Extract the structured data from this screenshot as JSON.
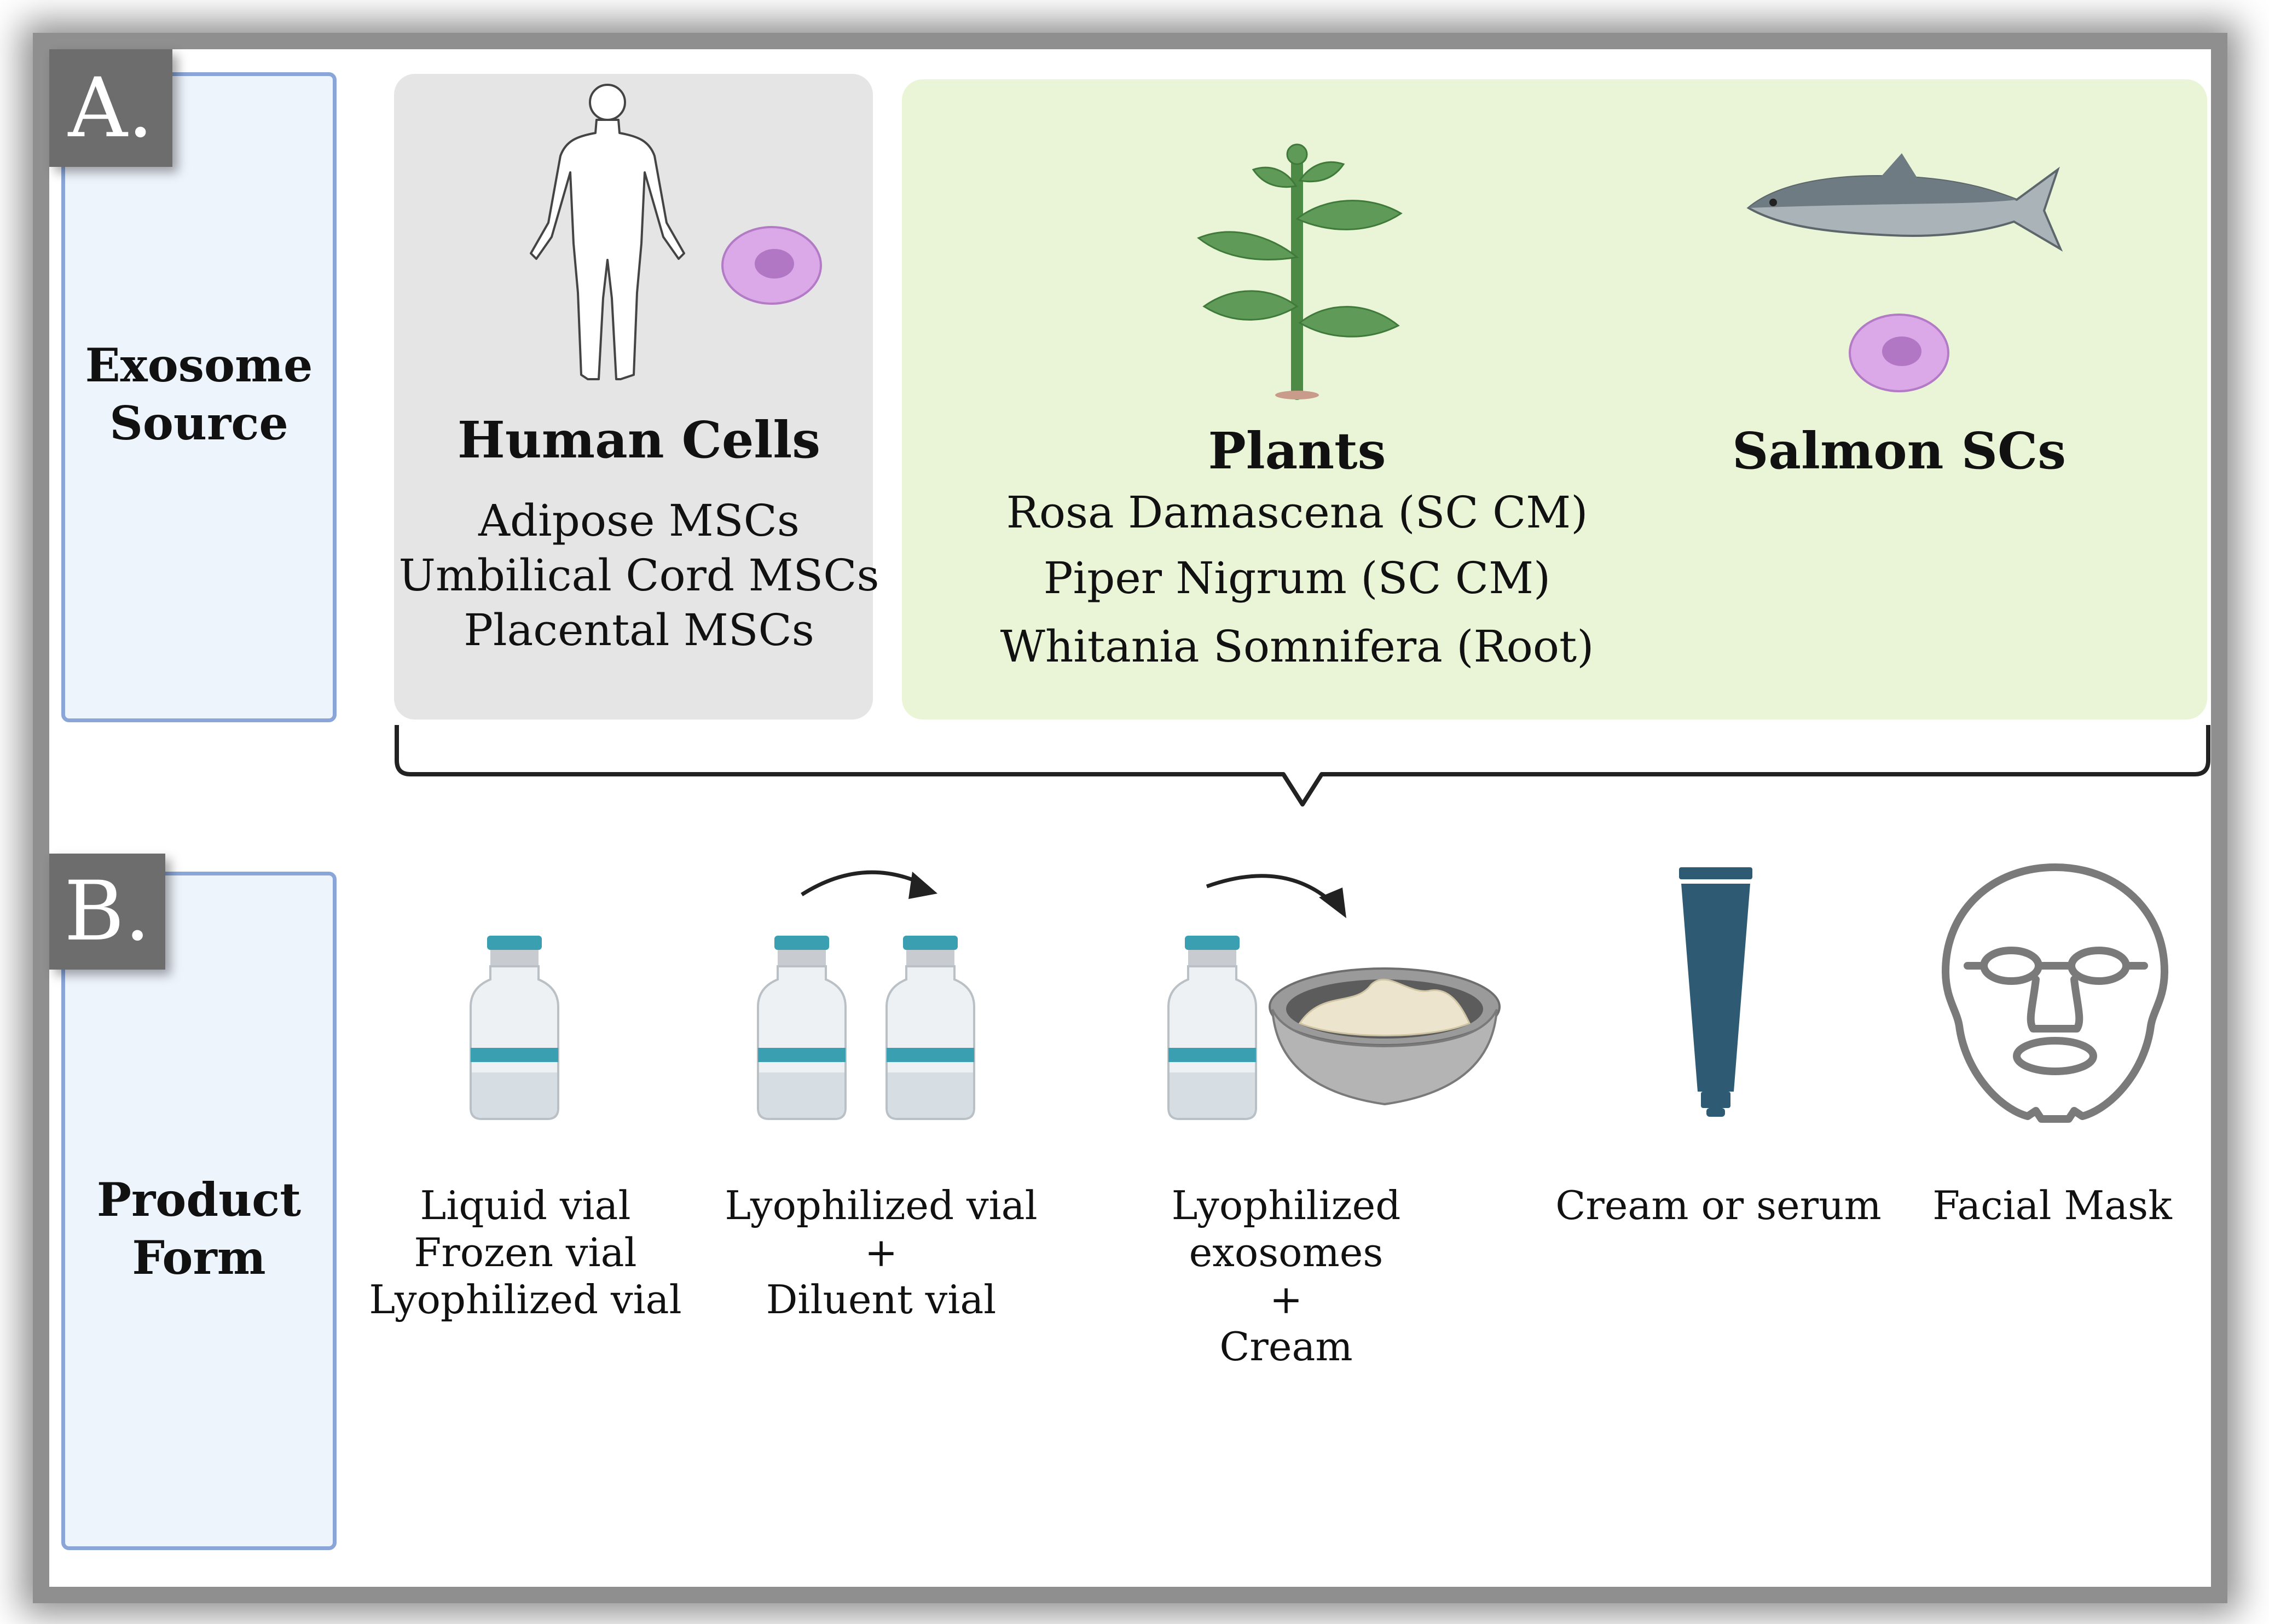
{
  "section_a": {
    "letter": "A.",
    "label_line1": "Exosome",
    "label_line2": "Source",
    "human": {
      "title": "Human Cells",
      "items": [
        "Adipose MSCs",
        "Umbilical Cord MSCs",
        "Placental MSCs"
      ]
    },
    "plants": {
      "title": "Plants",
      "items": [
        "Rosa Damascena (SC CM)",
        "Piper Nigrum (SC CM)",
        "Whitania Somnifera (Root)"
      ]
    },
    "salmon": {
      "title": "Salmon SCs"
    }
  },
  "section_b": {
    "letter": "B.",
    "label_line1": "Product",
    "label_line2": "Form",
    "products": [
      {
        "lines": [
          "Liquid vial",
          "Frozen vial",
          "Lyophilized vial"
        ]
      },
      {
        "lines": [
          "Lyophilized vial",
          "+",
          "Diluent vial"
        ]
      },
      {
        "lines": [
          "Lyophilized",
          "exosomes",
          "+",
          "Cream"
        ]
      },
      {
        "lines": [
          "Cream or serum"
        ]
      },
      {
        "lines": [
          "Facial Mask"
        ]
      }
    ]
  },
  "colors": {
    "human_panel": "#e5e5e5",
    "plants_panel": "#eaf5d8",
    "side_box_fill": "#eef4fc",
    "side_box_border": "#8aa6d8",
    "cell": "#d9a6e6",
    "vial_cap": "#3a9fb0",
    "tube": "#2f5a73",
    "mask": "#7a7a7a"
  },
  "icons": [
    "human-body-icon",
    "cell-icon",
    "plant-icon",
    "salmon-icon",
    "vial-icon",
    "arrow-icon",
    "bowl-cream-icon",
    "tube-icon",
    "facial-mask-icon"
  ]
}
